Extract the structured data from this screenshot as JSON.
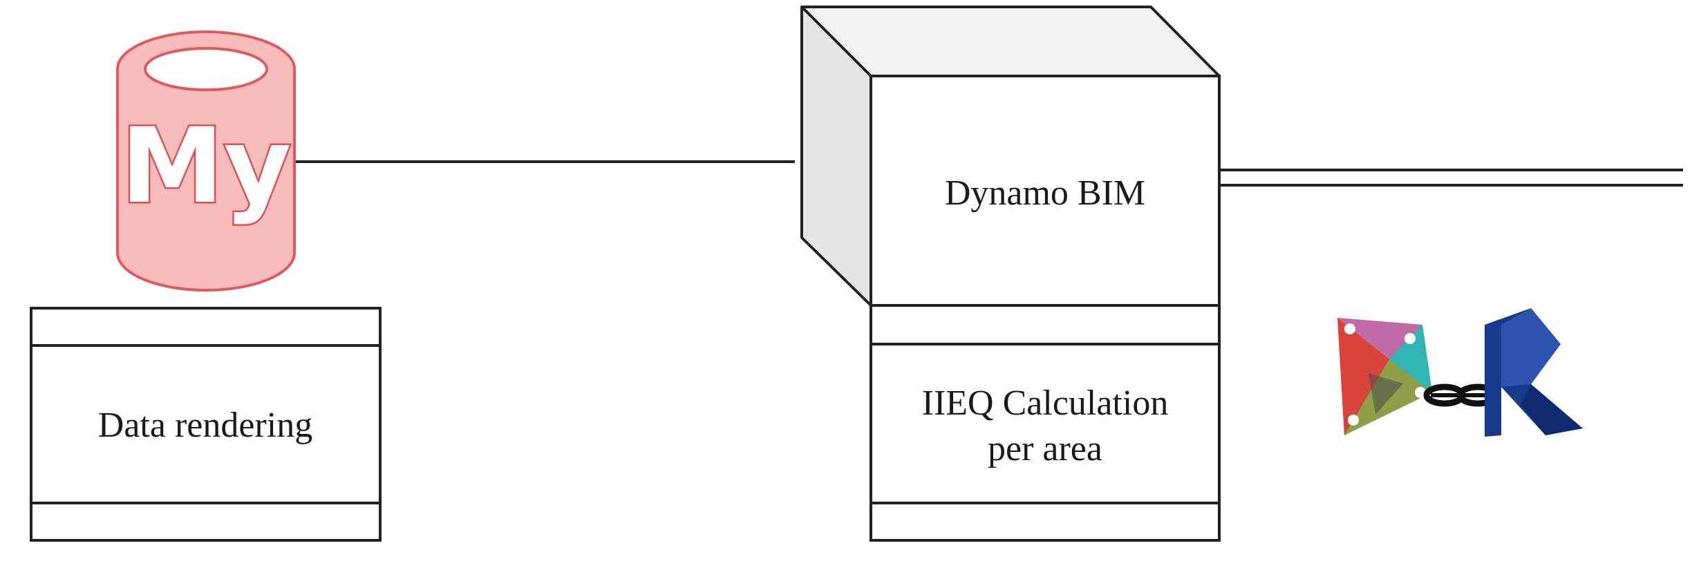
{
  "diagram": {
    "database": {
      "logo_text": "My",
      "icon": "mysql-database-icon",
      "fill_color": "#f7b4b4",
      "stroke_color": "#e05a5a"
    },
    "data_rendering": {
      "label": "Data rendering"
    },
    "dynamo_bim": {
      "label": "Dynamo BIM"
    },
    "ieq_calculation": {
      "label_line1": "IIEQ Calculation",
      "label_line2": "per area"
    },
    "logos": {
      "dynamo_icon": "dynamo-logo-icon",
      "chain_icon": "chain-link-icon",
      "revit_icon": "revit-logo-icon",
      "revit_color": "#173a8c"
    }
  }
}
